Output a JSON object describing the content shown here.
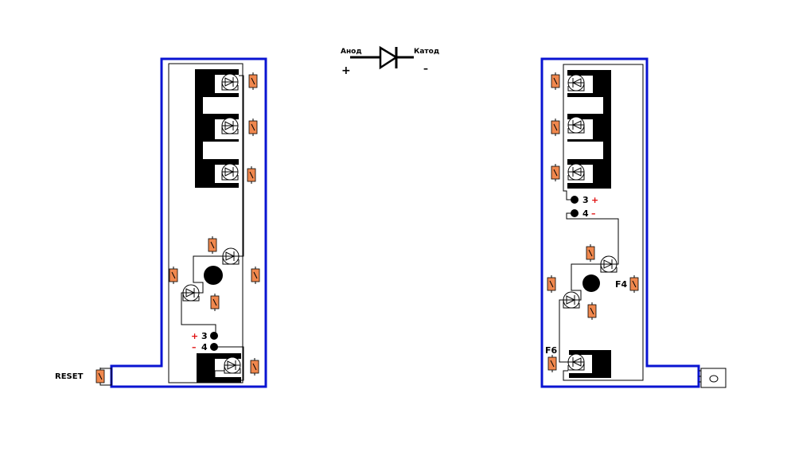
{
  "legend": {
    "anode_label": "Анод",
    "cathode_label": "Катод",
    "plus_sign": "+",
    "minus_sign": "–",
    "symbol": "diode-icon"
  },
  "left_board": {
    "reset_label": "RESET",
    "pin3_sign": "+",
    "pin3_label": "3",
    "pin4_sign": "–",
    "pin4_label": "4"
  },
  "right_board": {
    "pin3_label": "3",
    "pin3_sign": "+",
    "pin4_label": "4",
    "pin4_sign": "–",
    "fuse_f4_label": "F4",
    "fuse_f6_label": "F6"
  },
  "colors": {
    "board_outline": "#0a14d2",
    "resistor_fill": "#f0884e",
    "sign_red": "#e01010",
    "trace": "#000000"
  }
}
